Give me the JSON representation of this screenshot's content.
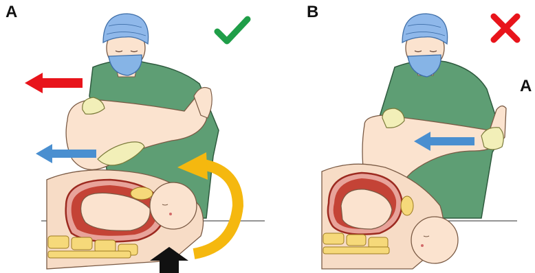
{
  "panels": {
    "left": {
      "label": "A",
      "verdict": "correct",
      "verdict_icon": "check-mark-icon"
    },
    "right": {
      "label": "B",
      "verdict": "incorrect",
      "verdict_icon": "cross-mark-icon"
    }
  },
  "cropped_label": "A",
  "colors": {
    "check": "#1f9e48",
    "cross": "#e8141b",
    "red_arrow": "#e8141b",
    "blue_arrow": "#4a8fd0",
    "yellow_arrow": "#f5b80f",
    "black_arrow": "#111111",
    "scrubs": "#5e9e74",
    "cap": "#8fb8ea",
    "mask": "#86b4e6",
    "gloves": "#f2efb8",
    "skin": "#fbe3cf",
    "uterus": "#c0392b",
    "spine": "#f6d97a"
  }
}
